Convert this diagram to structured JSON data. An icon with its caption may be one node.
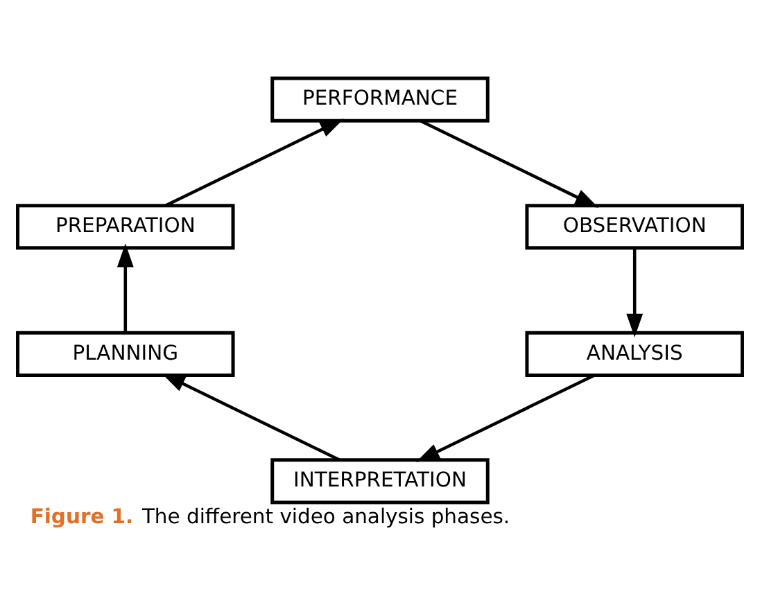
{
  "diagram": {
    "caption": "**Figure 1.** The different video analysis phases.",
    "nodes": [
      {
        "text": [
          "PERFORMANCE"
        ]
      },
      {
        "text": [
          "PREPARATION"
        ]
      },
      {
        "text": [
          "OBSERVATION"
        ]
      },
      {
        "text": [
          "PLANNING"
        ]
      },
      {
        "text": [
          "ANALYSIS"
        ]
      },
      {
        "text": [
          "INTERPRETATION"
        ]
      }
    ],
    "edges": [
      {
        "from": 0,
        "to": 2,
        "arrow": "to"
      },
      {
        "from": 2,
        "to": 4,
        "arrow": "to"
      },
      {
        "from": 4,
        "to": 5,
        "arrow": "to"
      },
      {
        "from": 5,
        "to": 3,
        "arrow": "to"
      },
      {
        "from": 3,
        "to": 1,
        "arrow": "to"
      },
      {
        "from": 1,
        "to": 0,
        "arrow": "to"
      }
    ]
  }
}
